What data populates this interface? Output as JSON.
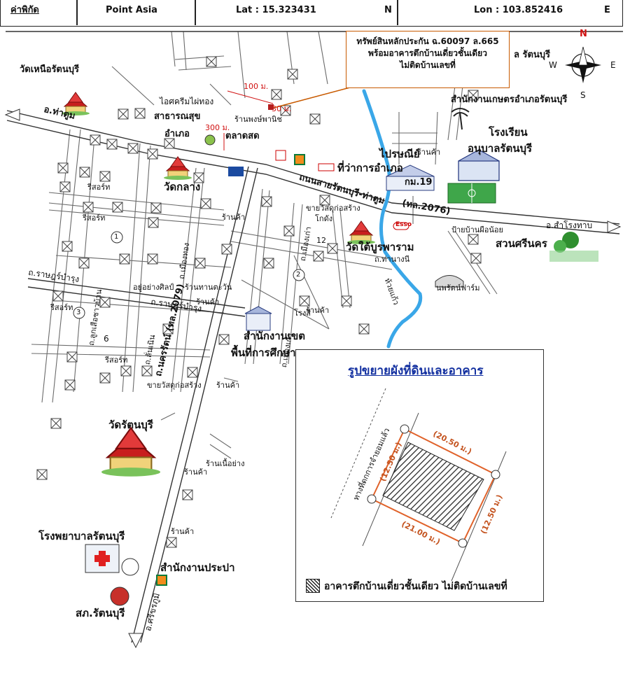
{
  "header": {
    "coord_label": "ค่าพิกัด",
    "point_label": "Point Asia",
    "lat": "Lat : 15.323431",
    "lat_dir": "N",
    "lon": "Lon : 103.852416",
    "lon_dir": "E"
  },
  "callout": {
    "line1": "ทรัพย์สินหลักประกัน ฉ.60097 ล.665",
    "line2": "พร้อมอาคารตึกบ้านเดี่ยวชั้นเดียว",
    "line3": "ไม่ติดบ้านเลขที่"
  },
  "compass": {
    "n": "N",
    "s": "S",
    "e": "E",
    "w": "W"
  },
  "distances": {
    "d100": "100 ม.",
    "d30": "30 ม.",
    "d300": "300 ม."
  },
  "roads": {
    "tha_tum_west": "อ.ท่าตูม",
    "main_road": "ถนนสายรัตนบุรี-ท่าตูม",
    "main_road_no": "(ทล.2076)",
    "samrong_thap": "อ.สำโรงทาบ",
    "nakhon_rattana": "ถ.นครรัตน์ (ทล.2079)",
    "sikhoraphum": "อ.ศรีขรภูมิ",
    "ratsadon_bamrung_w": "ถ.ราษฎร์บำรุง",
    "ratsadon_bamrung": "ถ.ราษฎร์บำรุง",
    "luk_suea": "ถ.ลูกเสือชาวบ้าน",
    "mueang_thong": "ถ.เมืองทอง",
    "mueang_kao_n": "ถ.เมืองเก่า",
    "mueang_kao_s": "ถ.เมืองเก่า",
    "tha_nang_nee": "ถ.ท่านางนี",
    "mueang_kao_sub": "ถ.ลั่นเนิน"
  },
  "places": {
    "wat_nuea": "วัดเหนือรัตนบุรี",
    "ice_cream": "ไอศครีมไผ่ทอง",
    "health": "สาธารณสุข",
    "health2": "อำเภอ",
    "market": "ตลาดสด",
    "ranpongpanit": "ร้านพงษ์พานิช",
    "wat_klang": "วัดกลาง",
    "post": "ไปรษณีย์",
    "district_office": "ที่ว่าการอำเภอ",
    "km19": "กม.19",
    "school1": "โรงเรียน",
    "school2": "อนุบาลรัตนบุรี",
    "agri": "สำนักงานเกษตรอำเภอรัตนบุรี",
    "top_right": "ล รัตนบุรี",
    "wat_tai": "วัดใต้บูรพาราม",
    "farm": "นพรัตน์ฟาร์ม",
    "bus_stop": "ป้ายบ้านผือน้อย",
    "park": "สวนศรีนคร",
    "hardware": "ขายวัสดุก่อสร้าง",
    "koktung": "โกดัง",
    "edu_office1": "สำนักงานเขต",
    "edu_office2": "พื้นที่การศึกษา",
    "wat_rattanaburi": "วัดรัตนบุรี",
    "hospital": "โรงพยาบาลรัตนบุรี",
    "waterworks": "สำนักงานประปา",
    "police": "สภ.รัตนบุรี",
    "creek": "ห้วยแก้ว",
    "resort_1": "รีสอร์ท",
    "resort_2": "รีสอร์ท",
    "resort_3": "รีสอร์ท",
    "resort_4": "รีสอร์ท",
    "shop_1": "ร้านค้า",
    "shop_2": "ร้านค้า",
    "shop_3": "ร้านค้า",
    "shop_4": "ร้านค้า",
    "shop_5": "ร้านค้า",
    "shop_6": "ร้านค้า",
    "shop_7": "ร้านค้า",
    "restaurant": "ร้านทานตะวัน",
    "tailor": "อยู่อย่างศิลป์",
    "hardware2": "ขายวัสดุก่อสร้าง",
    "grill": "ร้านเนื้อย่าง",
    "mill": "โรงสี",
    "n1": "1",
    "n2": "2",
    "n3": "3",
    "n6": "6",
    "n12": "12",
    "esso": "Esso"
  },
  "inset": {
    "title": "รูปขยายผังที่ดินและอาคาร",
    "dim_top": "(20.50 ม.)",
    "dim_left": "(12.50 ม.)",
    "dim_right": "(12.50 ม.)",
    "dim_bottom": "(21.00 ม.)",
    "access": "ทางที่ดกการจำยอมแล้ว",
    "legend": "อาคารตึกบ้านเดี่ยวชั้นเดียว ไม่ติดบ้านเลขที่"
  }
}
